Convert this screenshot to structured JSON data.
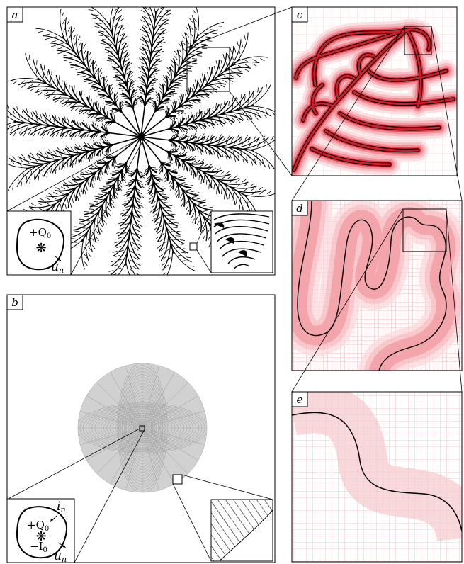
{
  "colors": {
    "mesh_light": "#f7c4c8",
    "mesh_mid": "#f49aa2",
    "mesh_strong": "#ee6e79",
    "mesh_core": "#e21d2c",
    "mesh_grid": "#e8a6ac",
    "interface": "#000000",
    "disk": "#c8c8c8",
    "disk_lines": "#a9a9a9"
  },
  "panels": {
    "a": {
      "label": "a",
      "inset_left": {
        "charge": "+Q",
        "charge_sub": "0",
        "velocity": "u",
        "velocity_sub": "n",
        "source_symbol": "❋"
      }
    },
    "b": {
      "label": "b",
      "inset_left": {
        "charge": "+Q",
        "charge_sub": "0",
        "current_top": "i",
        "current_top_sub": "n",
        "current": "−I",
        "current_sub": "0",
        "velocity": "u",
        "velocity_sub": "n",
        "source_symbol": "❋"
      }
    },
    "c": {
      "label": "c"
    },
    "d": {
      "label": "d"
    },
    "e": {
      "label": "e"
    }
  }
}
